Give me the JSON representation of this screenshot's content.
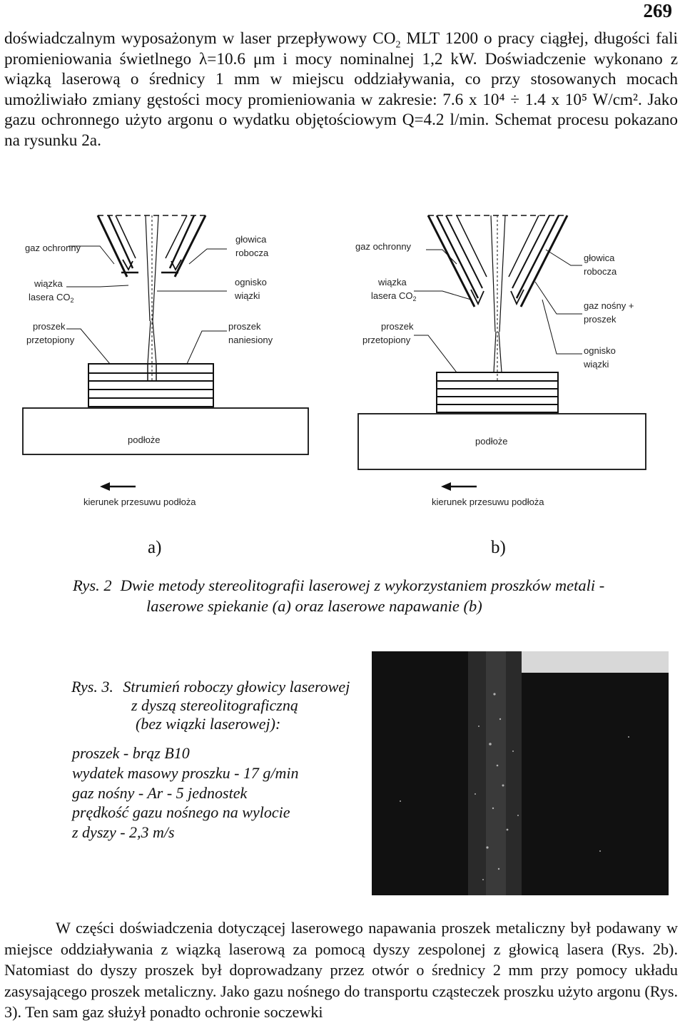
{
  "page_number": "269",
  "paragraph_top": {
    "lines": [
      [
        "doświadczalnym wyposażonym w laser przepływowy CO",
        "2",
        " MLT 1200 o pracy ciągłej,"
      ],
      "długości fali promieniowania świetlnego λ=10.6 μm i mocy nominalnej 1,2 kW.",
      "Doświadczenie wykonano z wiązką laserową o średnicy 1 mm w miejscu oddziaływania, co",
      "przy stosowanych mocach umożliwiało zmiany gęstości mocy promieniowania w zakresie:",
      "7.6 x 10⁴ ÷ 1.4 x 10⁵ W/cm². Jako gazu ochronnego użyto argonu o wydatku objętościowym",
      "Q=4.2 l/min. Schemat procesu pokazano na rysunku 2a."
    ],
    "sup_note": "CO2 subscript rendered inline"
  },
  "figure2": {
    "a": {
      "labels": {
        "shield_gas": "gaz ochronny",
        "beam_line1": "wiązka",
        "beam_line2": "lasera CO",
        "beam_sub": "2",
        "melted_line1": "proszek",
        "melted_line2": "przetopiony",
        "head_line1": "głowica",
        "head_line2": "robocza",
        "focus_line1": "ognisko",
        "focus_line2": "wiązki",
        "deposited_line1": "proszek",
        "deposited_line2": "naniesiony",
        "substrate": "podłoże",
        "direction": "kierunek przesuwu podłoża"
      },
      "sub_label": "a)"
    },
    "b": {
      "labels": {
        "shield_gas": "gaz ochronny",
        "beam_line1": "wiązka",
        "beam_line2": "lasera CO",
        "beam_sub": "2",
        "melted_line1": "proszek",
        "melted_line2": "przetopiony",
        "head_line1": "głowica",
        "head_line2": "robocza",
        "carrier_line1": "gaz nośny +",
        "carrier_line2": "proszek",
        "focus_line1": "ognisko",
        "focus_line2": "wiązki",
        "substrate": "podłoże",
        "direction": "kierunek przesuwu podłoża"
      },
      "sub_label": "b)"
    },
    "caption_label": "Rys. 2",
    "caption_line1": "Dwie metody stereolitografii laserowej z wykorzystaniem proszków metali -",
    "caption_line2": "laserowe spiekanie (a) oraz laserowe napawanie (b)"
  },
  "figure3": {
    "caption_label": "Rys. 3.",
    "caption_line1": "Strumień roboczy głowicy laserowej",
    "caption_line2": "z dyszą stereolitograficzną",
    "caption_line3": "(bez wiązki laserowej):",
    "spec": [
      "proszek - brąz B10",
      "wydatek masowy proszku - 17 g/min",
      "gaz nośny - Ar - 5 jednostek",
      "prędkość gazu nośnego na wylocie",
      "z dyszy - 2,3 m/s"
    ]
  },
  "paragraph_bottom": [
    "W części doświadczenia dotyczącej laserowego napawania proszek metaliczny był",
    "podawany w miejsce oddziaływania z wiązką laserową za pomocą dyszy zespolonej z głowicą",
    "lasera (Rys. 2b). Natomiast do dyszy proszek był doprowadzany przez otwór o średnicy 2 mm",
    "przy pomocy układu zasysającego proszek metaliczny. Jako gazu nośnego do transportu",
    "cząsteczek proszku użyto argonu (Rys. 3). Ten sam gaz służył ponadto ochronie soczewki"
  ]
}
